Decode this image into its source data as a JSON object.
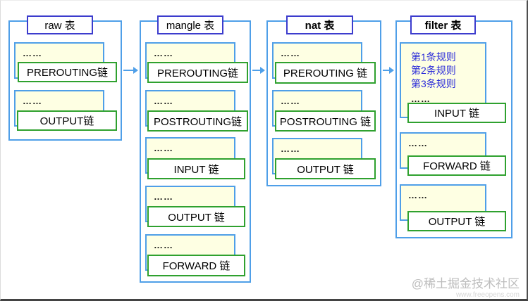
{
  "tables": [
    {
      "name": "raw",
      "title": "raw 表",
      "chains": [
        {
          "dots": "……",
          "label": "PREROUTING链"
        },
        {
          "dots": "……",
          "label": "OUTPUT链"
        }
      ]
    },
    {
      "name": "mangle",
      "title": "mangle 表",
      "chains": [
        {
          "dots": "……",
          "label": "PREROUTING链"
        },
        {
          "dots": "……",
          "label": "POSTROUTING链"
        },
        {
          "dots": "……",
          "label": "INPUT 链"
        },
        {
          "dots": "……",
          "label": "OUTPUT 链"
        },
        {
          "dots": "……",
          "label": "FORWARD 链"
        }
      ]
    },
    {
      "name": "nat",
      "title": "nat 表",
      "chains": [
        {
          "dots": "……",
          "label": "PREROUTING 链"
        },
        {
          "dots": "……",
          "label": "POSTROUTING 链"
        },
        {
          "dots": "……",
          "label": "OUTPUT 链"
        }
      ]
    },
    {
      "name": "filter",
      "title": "filter 表",
      "rules": [
        "第1条规则",
        "第2条规则",
        "第3条规则"
      ],
      "chains": [
        {
          "dots": "……",
          "label": "INPUT 链"
        },
        {
          "dots": "……",
          "label": "FORWARD 链"
        },
        {
          "dots": "……",
          "label": "OUTPUT 链"
        }
      ]
    }
  ],
  "watermark": {
    "community": "@稀土掘金技术社区",
    "site": "www.freeopens.com"
  },
  "colors": {
    "box_blue": "#4f9fe8",
    "title_border": "#3c3ccd",
    "chain_green": "#2fa12f",
    "cream_bg": "#feffe3",
    "rule_text": "#2b2bd9"
  }
}
